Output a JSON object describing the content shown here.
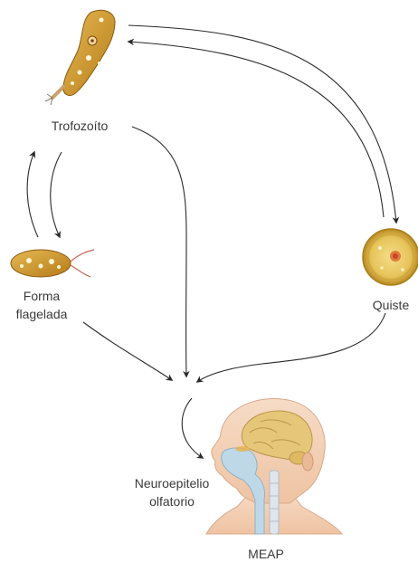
{
  "diagram": {
    "labels": {
      "trophozoite": "Trofozoíto",
      "flagellate_line1": "Forma",
      "flagellate_line2": "flagelada",
      "cyst": "Quiste",
      "neuro_line1": "Neuroepitelio",
      "neuro_line2": "olfatorio",
      "caption": "MEAP"
    }
  },
  "colors": {
    "organism_fill": "#c88f22",
    "organism_light": "#e6b954",
    "cyst_fill": "#e7c45a",
    "cyst_core": "#d9612e",
    "arrow": "#2a2a2a",
    "skin": "#f1ccb0",
    "brain": "#e6c77a",
    "airway": "#bfd8e8",
    "text": "#3a3a3a"
  }
}
